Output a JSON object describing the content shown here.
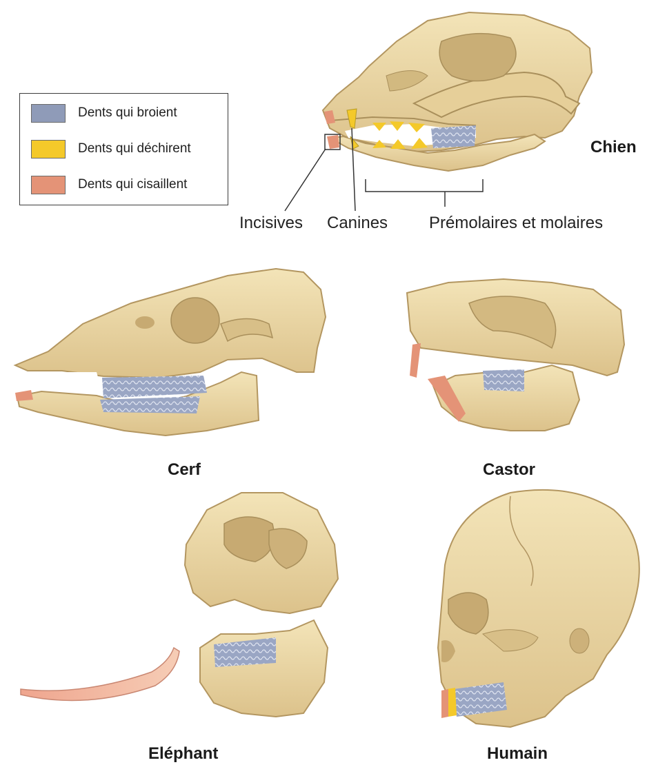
{
  "legend": {
    "items": [
      {
        "label": "Dents qui broient",
        "color": "#8f9bb8"
      },
      {
        "label": "Dents qui déchirent",
        "color": "#f4c92a"
      },
      {
        "label": "Dents qui cisaillent",
        "color": "#e49377"
      }
    ]
  },
  "tooth_labels": {
    "incisors": "Incisives",
    "canines": "Canines",
    "molars": "Prémolaires et molaires"
  },
  "captions": {
    "dog": "Chien",
    "deer": "Cerf",
    "beaver": "Castor",
    "elephant": "Eléphant",
    "human": "Humain"
  },
  "colors": {
    "bone": "#ecd9a8",
    "bone_shadow": "#cdb57f",
    "bone_dark": "#a98f5b",
    "grinding": "#8f9bb8",
    "tearing": "#f4c92a",
    "shearing": "#e49377"
  }
}
